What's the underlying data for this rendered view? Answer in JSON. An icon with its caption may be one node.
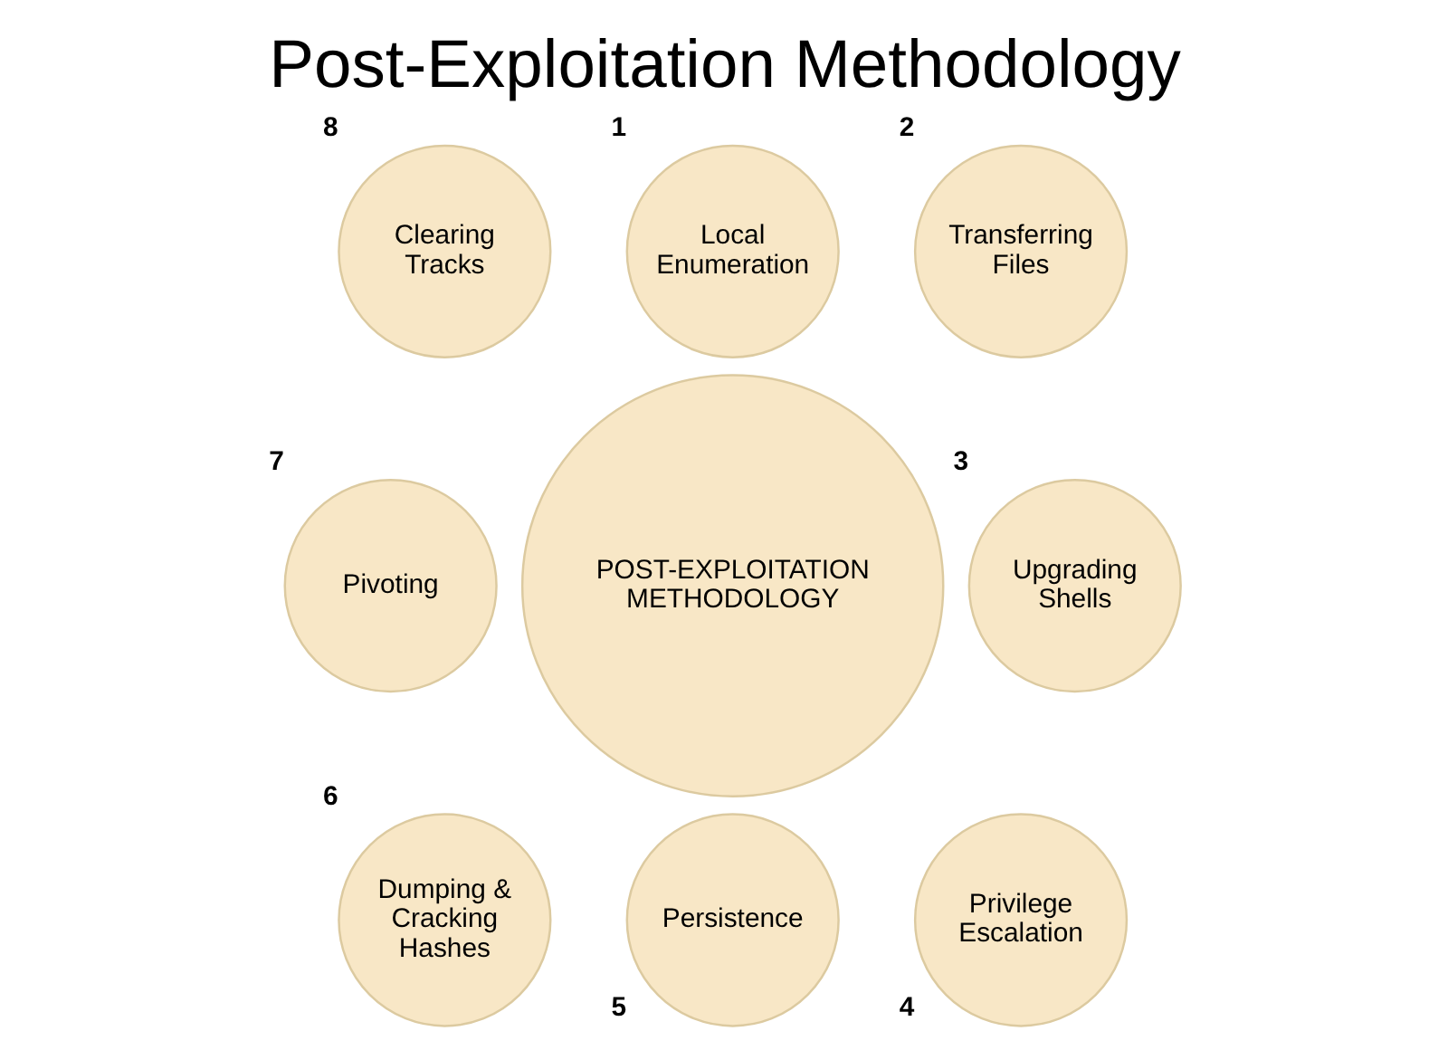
{
  "diagram": {
    "title": "Post-Exploitation Methodology",
    "nodes": [
      {
        "text": [
          "POST-EXPLOITATION METHODOLOGY"
        ]
      },
      {
        "text": [
          "Local Enumeration"
        ],
        "beside": [
          "1"
        ]
      },
      {
        "text": [
          "Transferring Files"
        ],
        "beside": [
          "2"
        ]
      },
      {
        "text": [
          "Upgrading Shells"
        ],
        "beside": [
          "3"
        ]
      },
      {
        "text": [
          "Privilege Escalation"
        ],
        "beside": [
          "4"
        ]
      },
      {
        "text": [
          "Persistence"
        ],
        "beside": [
          "5"
        ]
      },
      {
        "text": [
          "Dumping & Cracking Hashes"
        ],
        "beside": [
          "6"
        ]
      },
      {
        "text": [
          "Pivoting"
        ],
        "beside": [
          "7"
        ]
      },
      {
        "text": [
          "Clearing Tracks"
        ],
        "beside": [
          "8"
        ]
      }
    ],
    "edges": []
  }
}
